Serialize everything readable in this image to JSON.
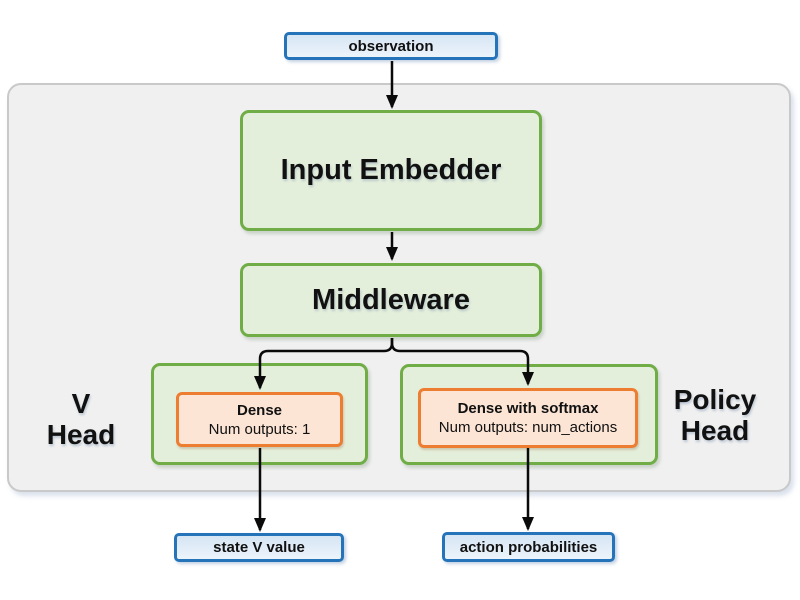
{
  "diagram": {
    "nodes": {
      "observation": {
        "label": "observation"
      },
      "input_embedder": {
        "label": "Input Embedder"
      },
      "middleware": {
        "label": "Middleware"
      },
      "v_dense": {
        "title": "Dense",
        "subtitle": "Num outputs: 1"
      },
      "policy_dense": {
        "title": "Dense with softmax",
        "subtitle": "Num outputs: num_actions"
      },
      "state_v_value": {
        "label": "state V value"
      },
      "action_probabilities": {
        "label": "action probabilities"
      }
    },
    "v_head": {
      "line1": "V",
      "line2": "Head"
    },
    "policy_head": {
      "line1": "Policy",
      "line2": "Head"
    },
    "colors": {
      "io_border": "#2574b9",
      "io_fill_top": "#d6e5f4",
      "io_fill_bottom": "#ecf4fb",
      "module_border": "#70ad47",
      "module_fill": "#e4efdb",
      "dense_border": "#ed7d31",
      "dense_fill": "#fce5d5",
      "panel_fill": "#f0f0f0",
      "panel_border": "#c9c9c9",
      "arrow": "#0a0a0a"
    }
  }
}
